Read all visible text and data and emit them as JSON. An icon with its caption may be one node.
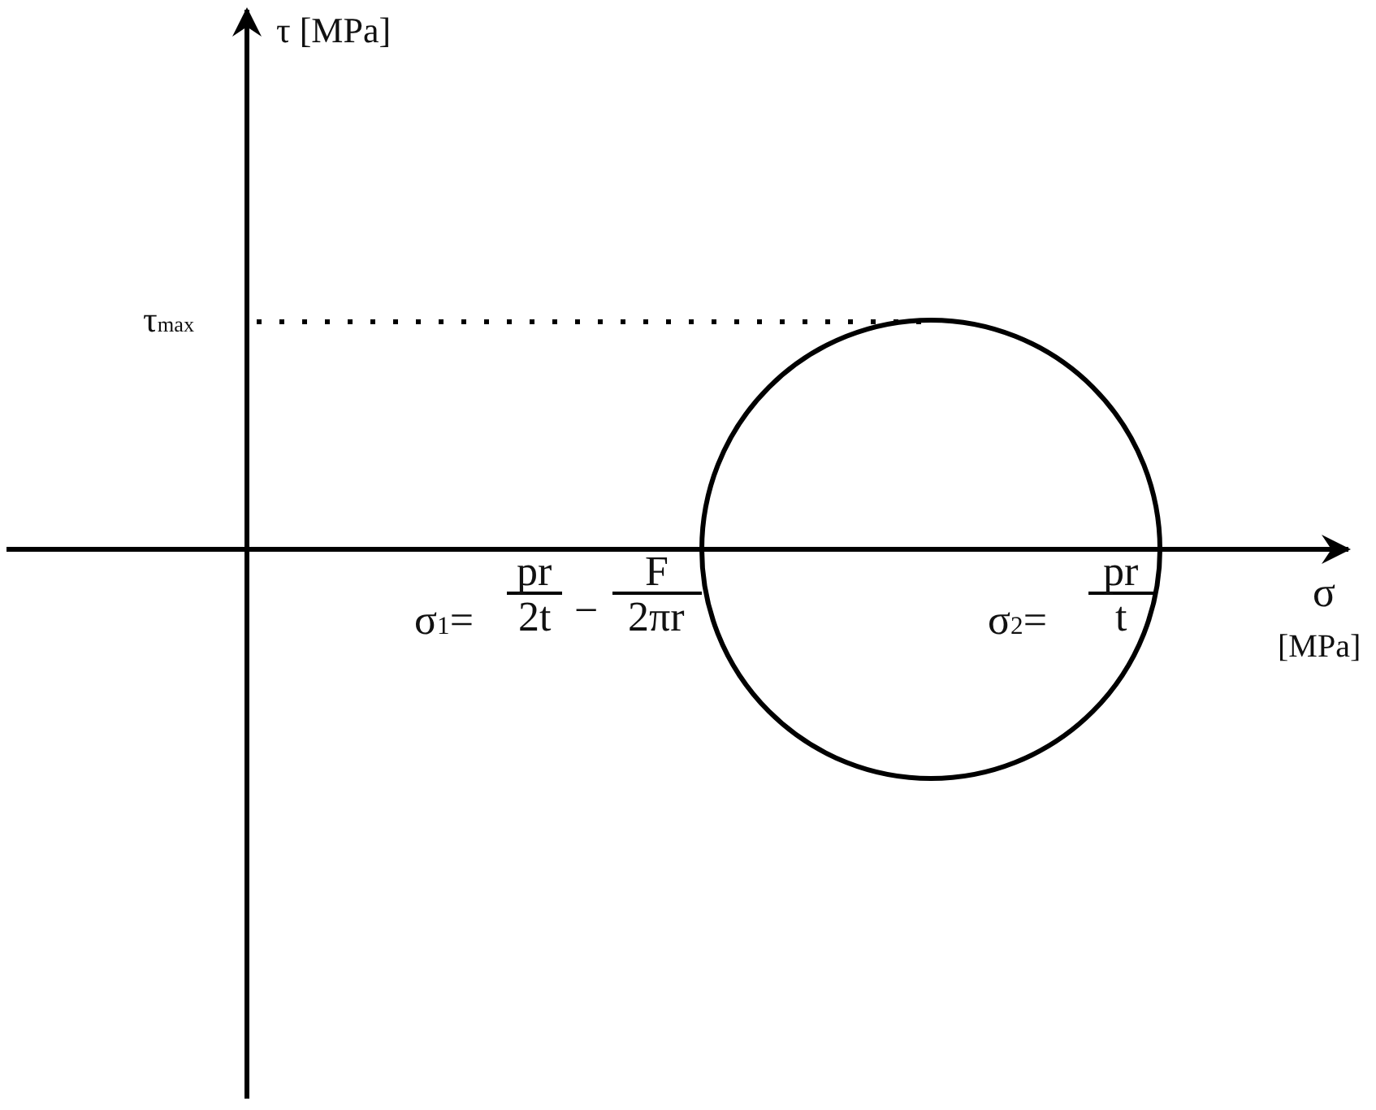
{
  "diagram": {
    "labels": [
      "τ [MPa]",
      "τ$_{max}$",
      "σ$_{1}$=",
      "pr",
      "2t",
      "−",
      "F",
      "2πr",
      "σ$_{2}$=",
      "pr",
      "t",
      "σ",
      "[MPa]"
    ]
  }
}
